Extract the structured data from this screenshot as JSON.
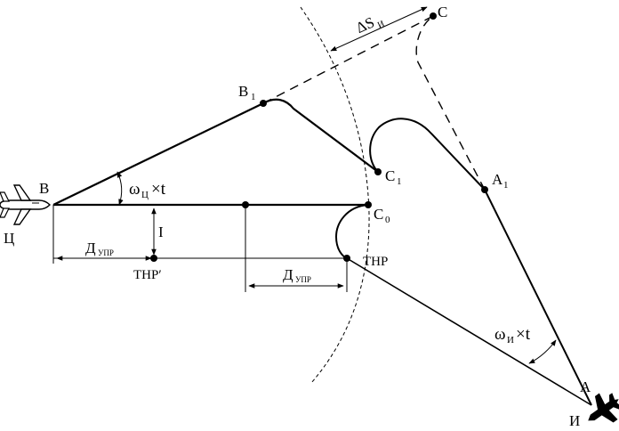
{
  "diagram": {
    "labels": {
      "B": "B",
      "B1": "B",
      "B1_sub": "1",
      "C": "C",
      "C1": "C",
      "C1_sub": "1",
      "C0": "C",
      "C0_sub": "0",
      "A": "A",
      "A1": "A",
      "A1_sub": "1",
      "TNR": "ТНР",
      "TNR_prime": "ТНР′",
      "I": "I",
      "Ts": "Ц",
      "I_cyr": "И",
      "omega_t_target": "ω",
      "omega_t_target_sub": "Ц",
      "omega_t_target_rest": "×t",
      "omega_t_interceptor": "ω",
      "omega_t_interceptor_sub": "И",
      "omega_t_interceptor_rest": "×t",
      "D_upr_left": "Д",
      "D_upr_left_sub": "УПР",
      "D_upr_right": "Д",
      "D_upr_right_sub": "УПР",
      "delta_S": "ΔS",
      "delta_S_sub": "И"
    },
    "icons": {
      "target_aircraft": "airliner-icon",
      "interceptor_aircraft": "fighter-jet-icon"
    }
  }
}
